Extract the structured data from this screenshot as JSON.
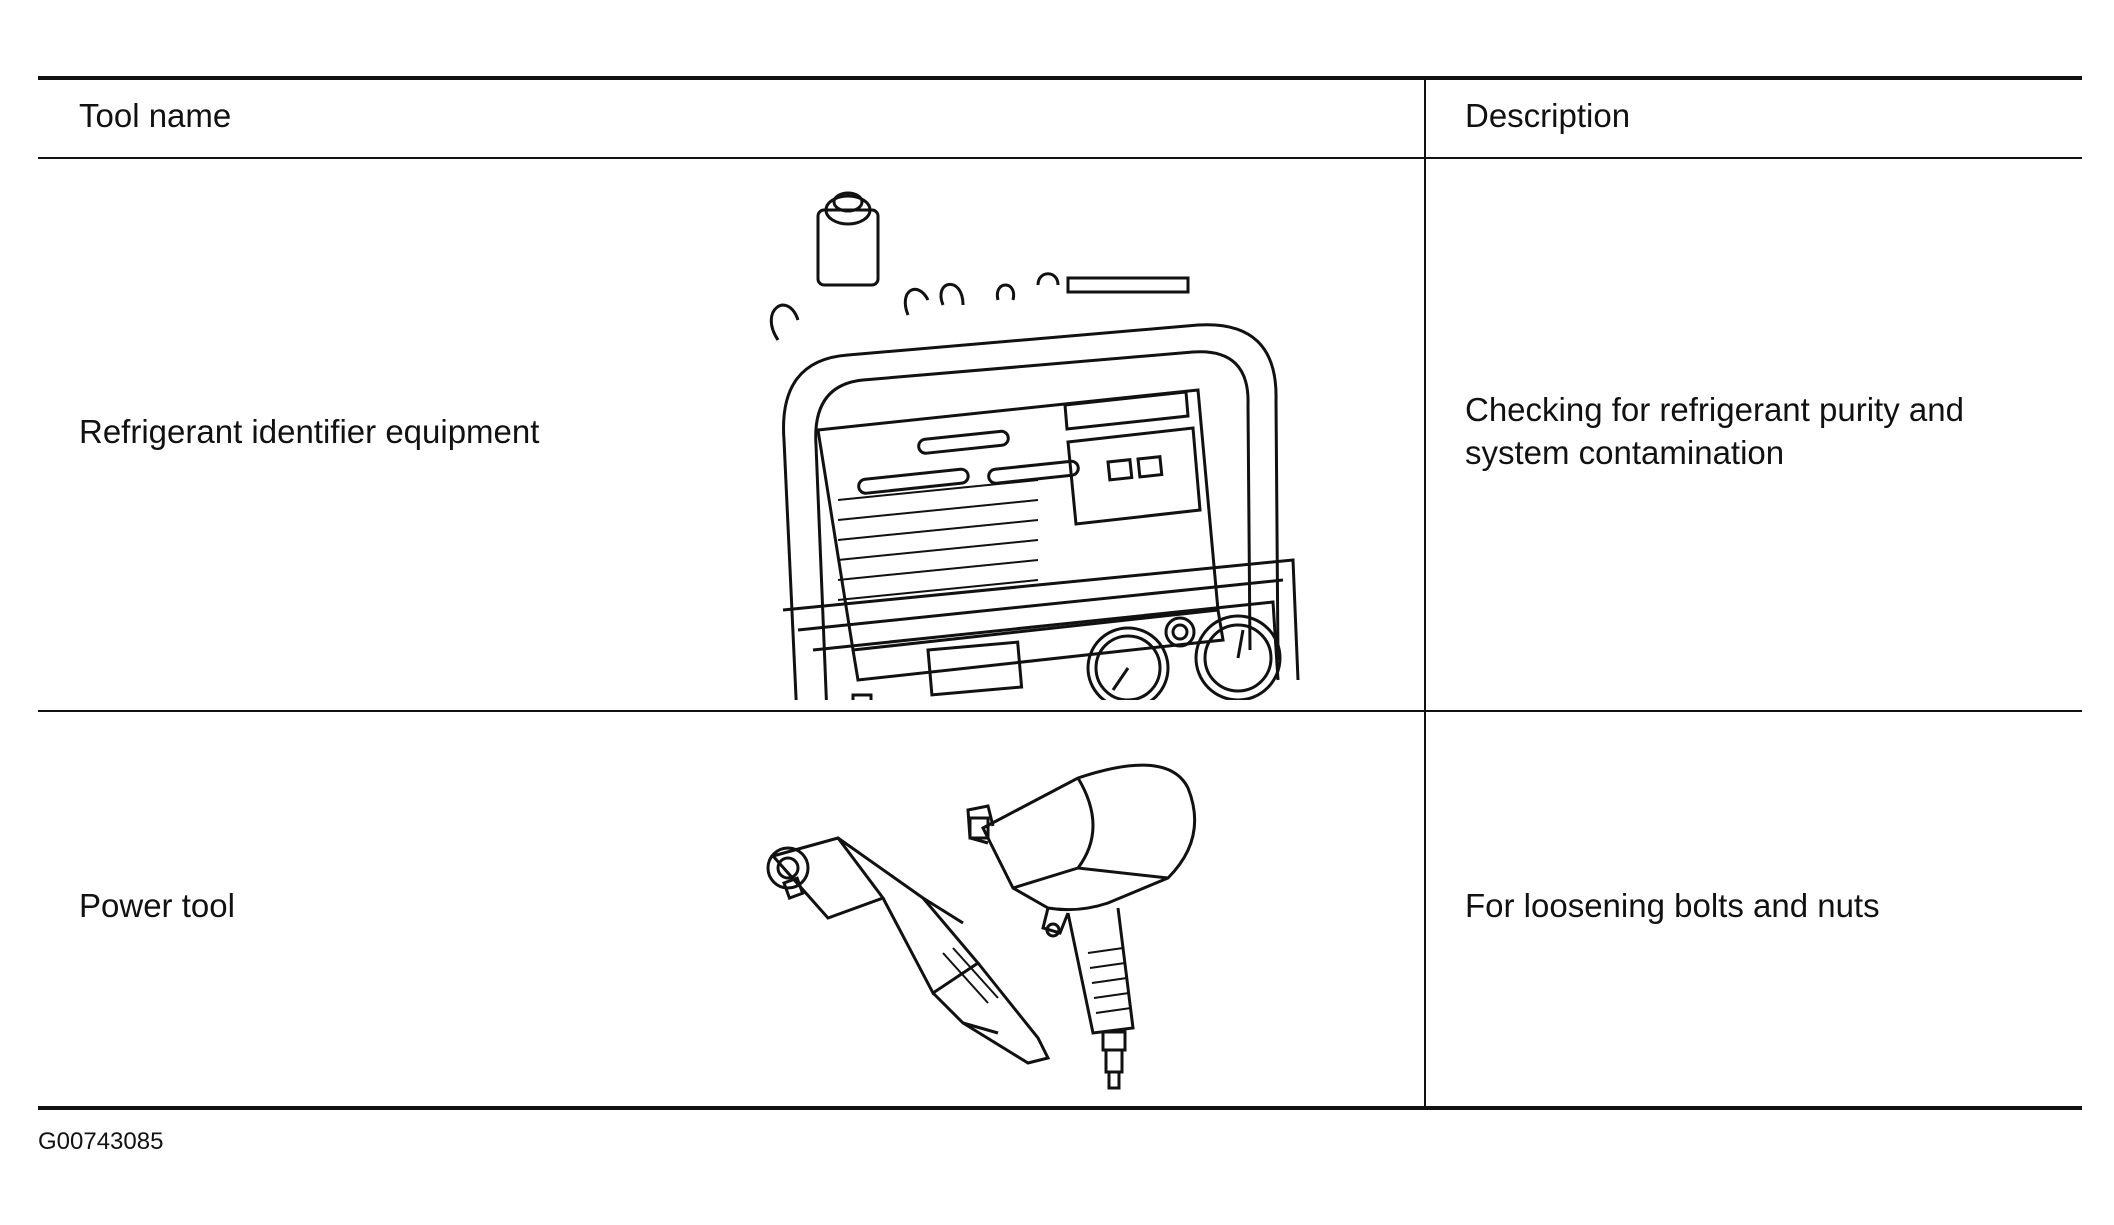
{
  "table": {
    "headers": {
      "tool_name": "Tool name",
      "description": "Description"
    },
    "rows": [
      {
        "tool_name": "Refrigerant identifier equipment",
        "description": "Checking for refrigerant purity and system contamination",
        "illustration": "refrigerant-identifier-illustration"
      },
      {
        "tool_name": "Power tool",
        "description": "For loosening bolts and nuts",
        "illustration": "power-tool-illustration"
      }
    ]
  },
  "footer": {
    "figure_id": "G00743085"
  }
}
